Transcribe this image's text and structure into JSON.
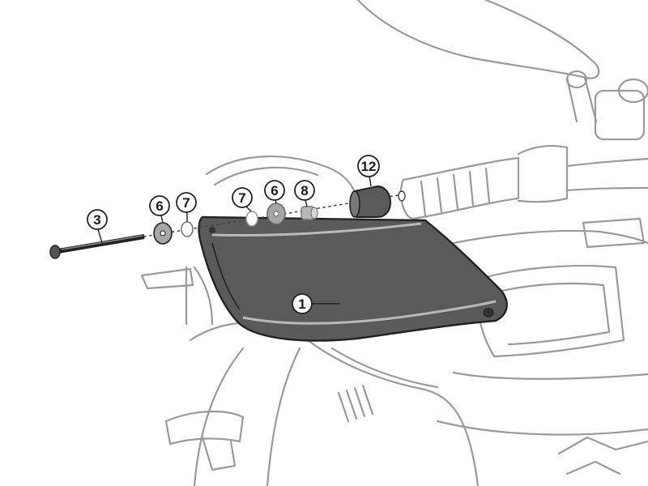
{
  "diagram": {
    "type": "exploded-assembly",
    "colors": {
      "line": "#9a9a9a",
      "part_outline": "#222222",
      "handguard_fill": "#5a5a5a",
      "handguard_rim": "#b9b9b9",
      "washer_fill": "#a6a6a6",
      "background": "#ffffff"
    },
    "callouts": {
      "c1": "1",
      "c3": "3",
      "c6a": "6",
      "c7a": "7",
      "c7b": "7",
      "c6b": "6",
      "c8": "8",
      "c12": "12"
    }
  }
}
